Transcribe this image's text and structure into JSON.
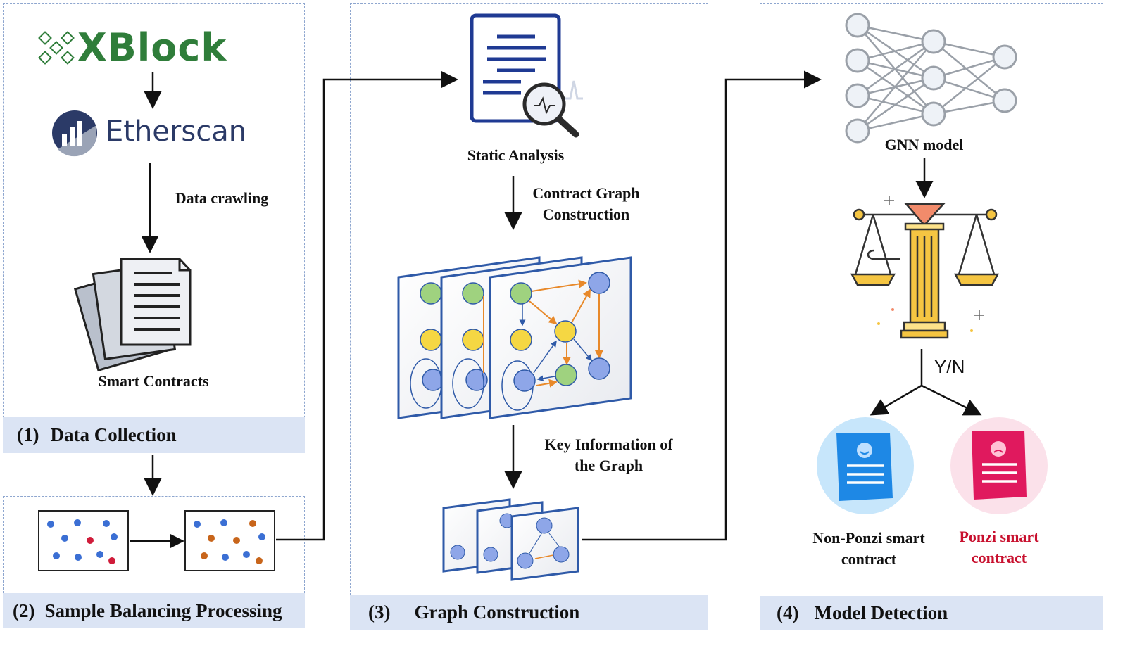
{
  "panels": {
    "data_collection": {
      "number": "(1)",
      "title": "Data Collection"
    },
    "sample_balancing": {
      "number": "(2)",
      "title": "Sample Balancing Processing"
    },
    "graph_construction": {
      "number": "(3)",
      "title": "Graph Construction"
    },
    "model_detection": {
      "number": "(4)",
      "title": "Model Detection"
    }
  },
  "data_collection": {
    "xblock_logo": "XBlock",
    "etherscan_logo": "Etherscan",
    "crawl_label": "Data crawling",
    "contracts_label": "Smart Contracts"
  },
  "graph_construction": {
    "static_analysis_label": "Static Analysis",
    "contract_graph_line1": "Contract Graph",
    "contract_graph_line2": "Construction",
    "key_info_line1": "Key Information of",
    "key_info_line2": "the Graph"
  },
  "model_detection": {
    "gnn_label": "GNN model",
    "yn_label": "Y/N",
    "non_ponzi_line1": "Non-Ponzi smart",
    "non_ponzi_line2": "contract",
    "ponzi_line1": "Ponzi smart",
    "ponzi_line2": "contract"
  },
  "colors": {
    "panel_bar": "#dbe4f4",
    "panel_border": "#8ea6cf",
    "xblock_green": "#2f7d3a",
    "etherscan_navy": "#2b3a67",
    "dot_blue": "#3b6fd4",
    "dot_red": "#d01c3a",
    "dot_orange": "#c8651b",
    "node_green": "#9fd27f",
    "node_yellow": "#f5d743",
    "node_blue": "#8ea6e8",
    "edge_orange": "#e8892a",
    "non_ponzi_blue": "#1e88e5",
    "ponzi_pink": "#e0195e",
    "ponzi_label_red": "#c8102e"
  }
}
